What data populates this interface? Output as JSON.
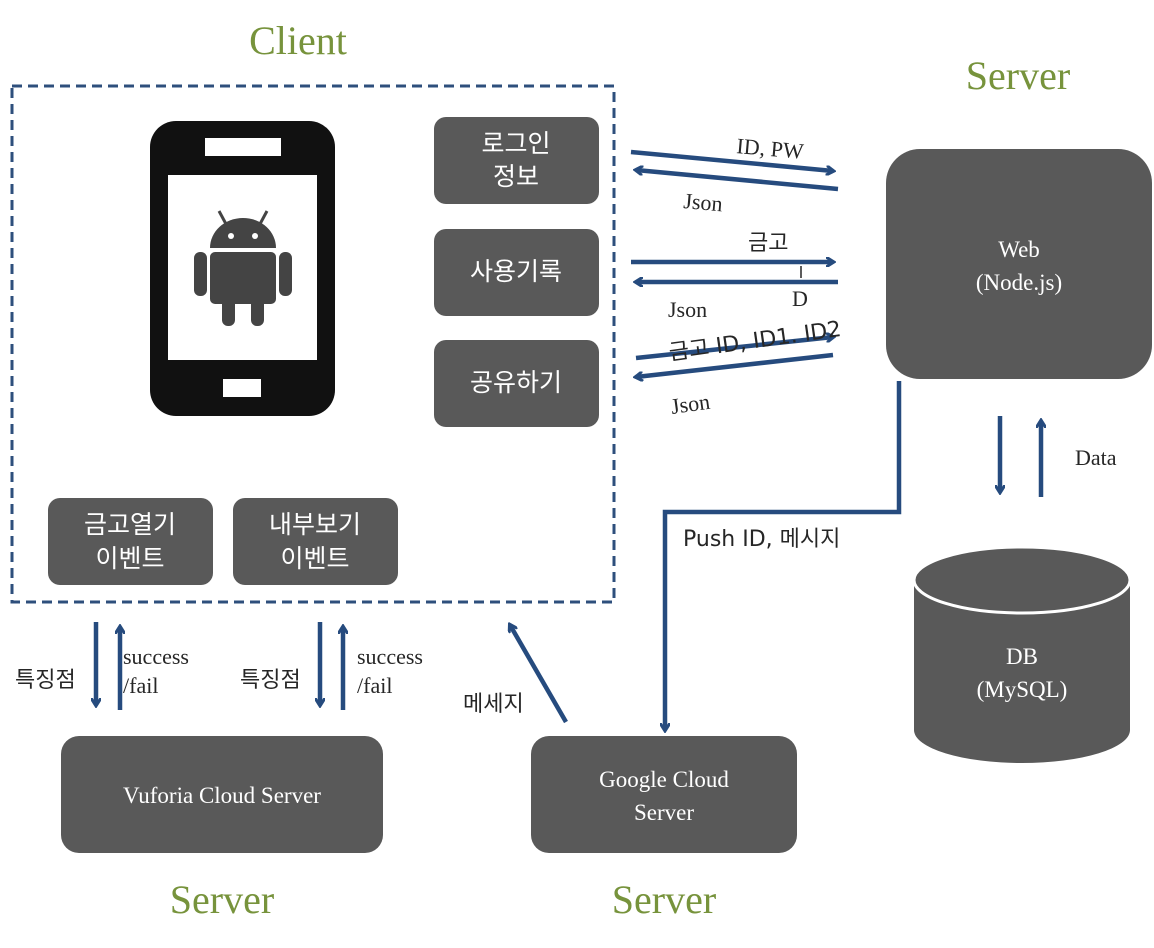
{
  "headings": {
    "client": "Client",
    "server_right": "Server",
    "server_vuforia": "Server",
    "server_google": "Server"
  },
  "buttons": {
    "login_line1": "로그인",
    "login_line2": "정보",
    "usage": "사용기록",
    "share": "공유하기",
    "safe_open_line1": "금고열기",
    "safe_open_line2": "이벤트",
    "inside_view_line1": "내부보기",
    "inside_view_line2": "이벤트"
  },
  "servers": {
    "web_line1": "Web",
    "web_line2": "(Node.js)",
    "db_line1": "DB",
    "db_line2": "(MySQL)",
    "vuforia": "Vuforia Cloud Server",
    "google_line1": "Google Cloud",
    "google_line2": "Server"
  },
  "labels": {
    "id_pw": "ID, PW",
    "json1": "Json",
    "safe": "금고",
    "d_mark": "D",
    "json2": "Json",
    "share_ids": "금고 ID, ID1. ID2",
    "json3": "Json",
    "data": "Data",
    "push": "Push ID, 메시지",
    "message": "메세지",
    "feature1": "특징점",
    "success1_line1": "success",
    "success1_line2": "/fail",
    "feature2": "특징점",
    "success2_line1": "success",
    "success2_line2": "/fail"
  },
  "colors": {
    "box": "#595959",
    "arrow": "#264b7e",
    "heading": "#77933c",
    "border": "#2e4f7c"
  },
  "icons": [
    "android-phone-icon"
  ]
}
